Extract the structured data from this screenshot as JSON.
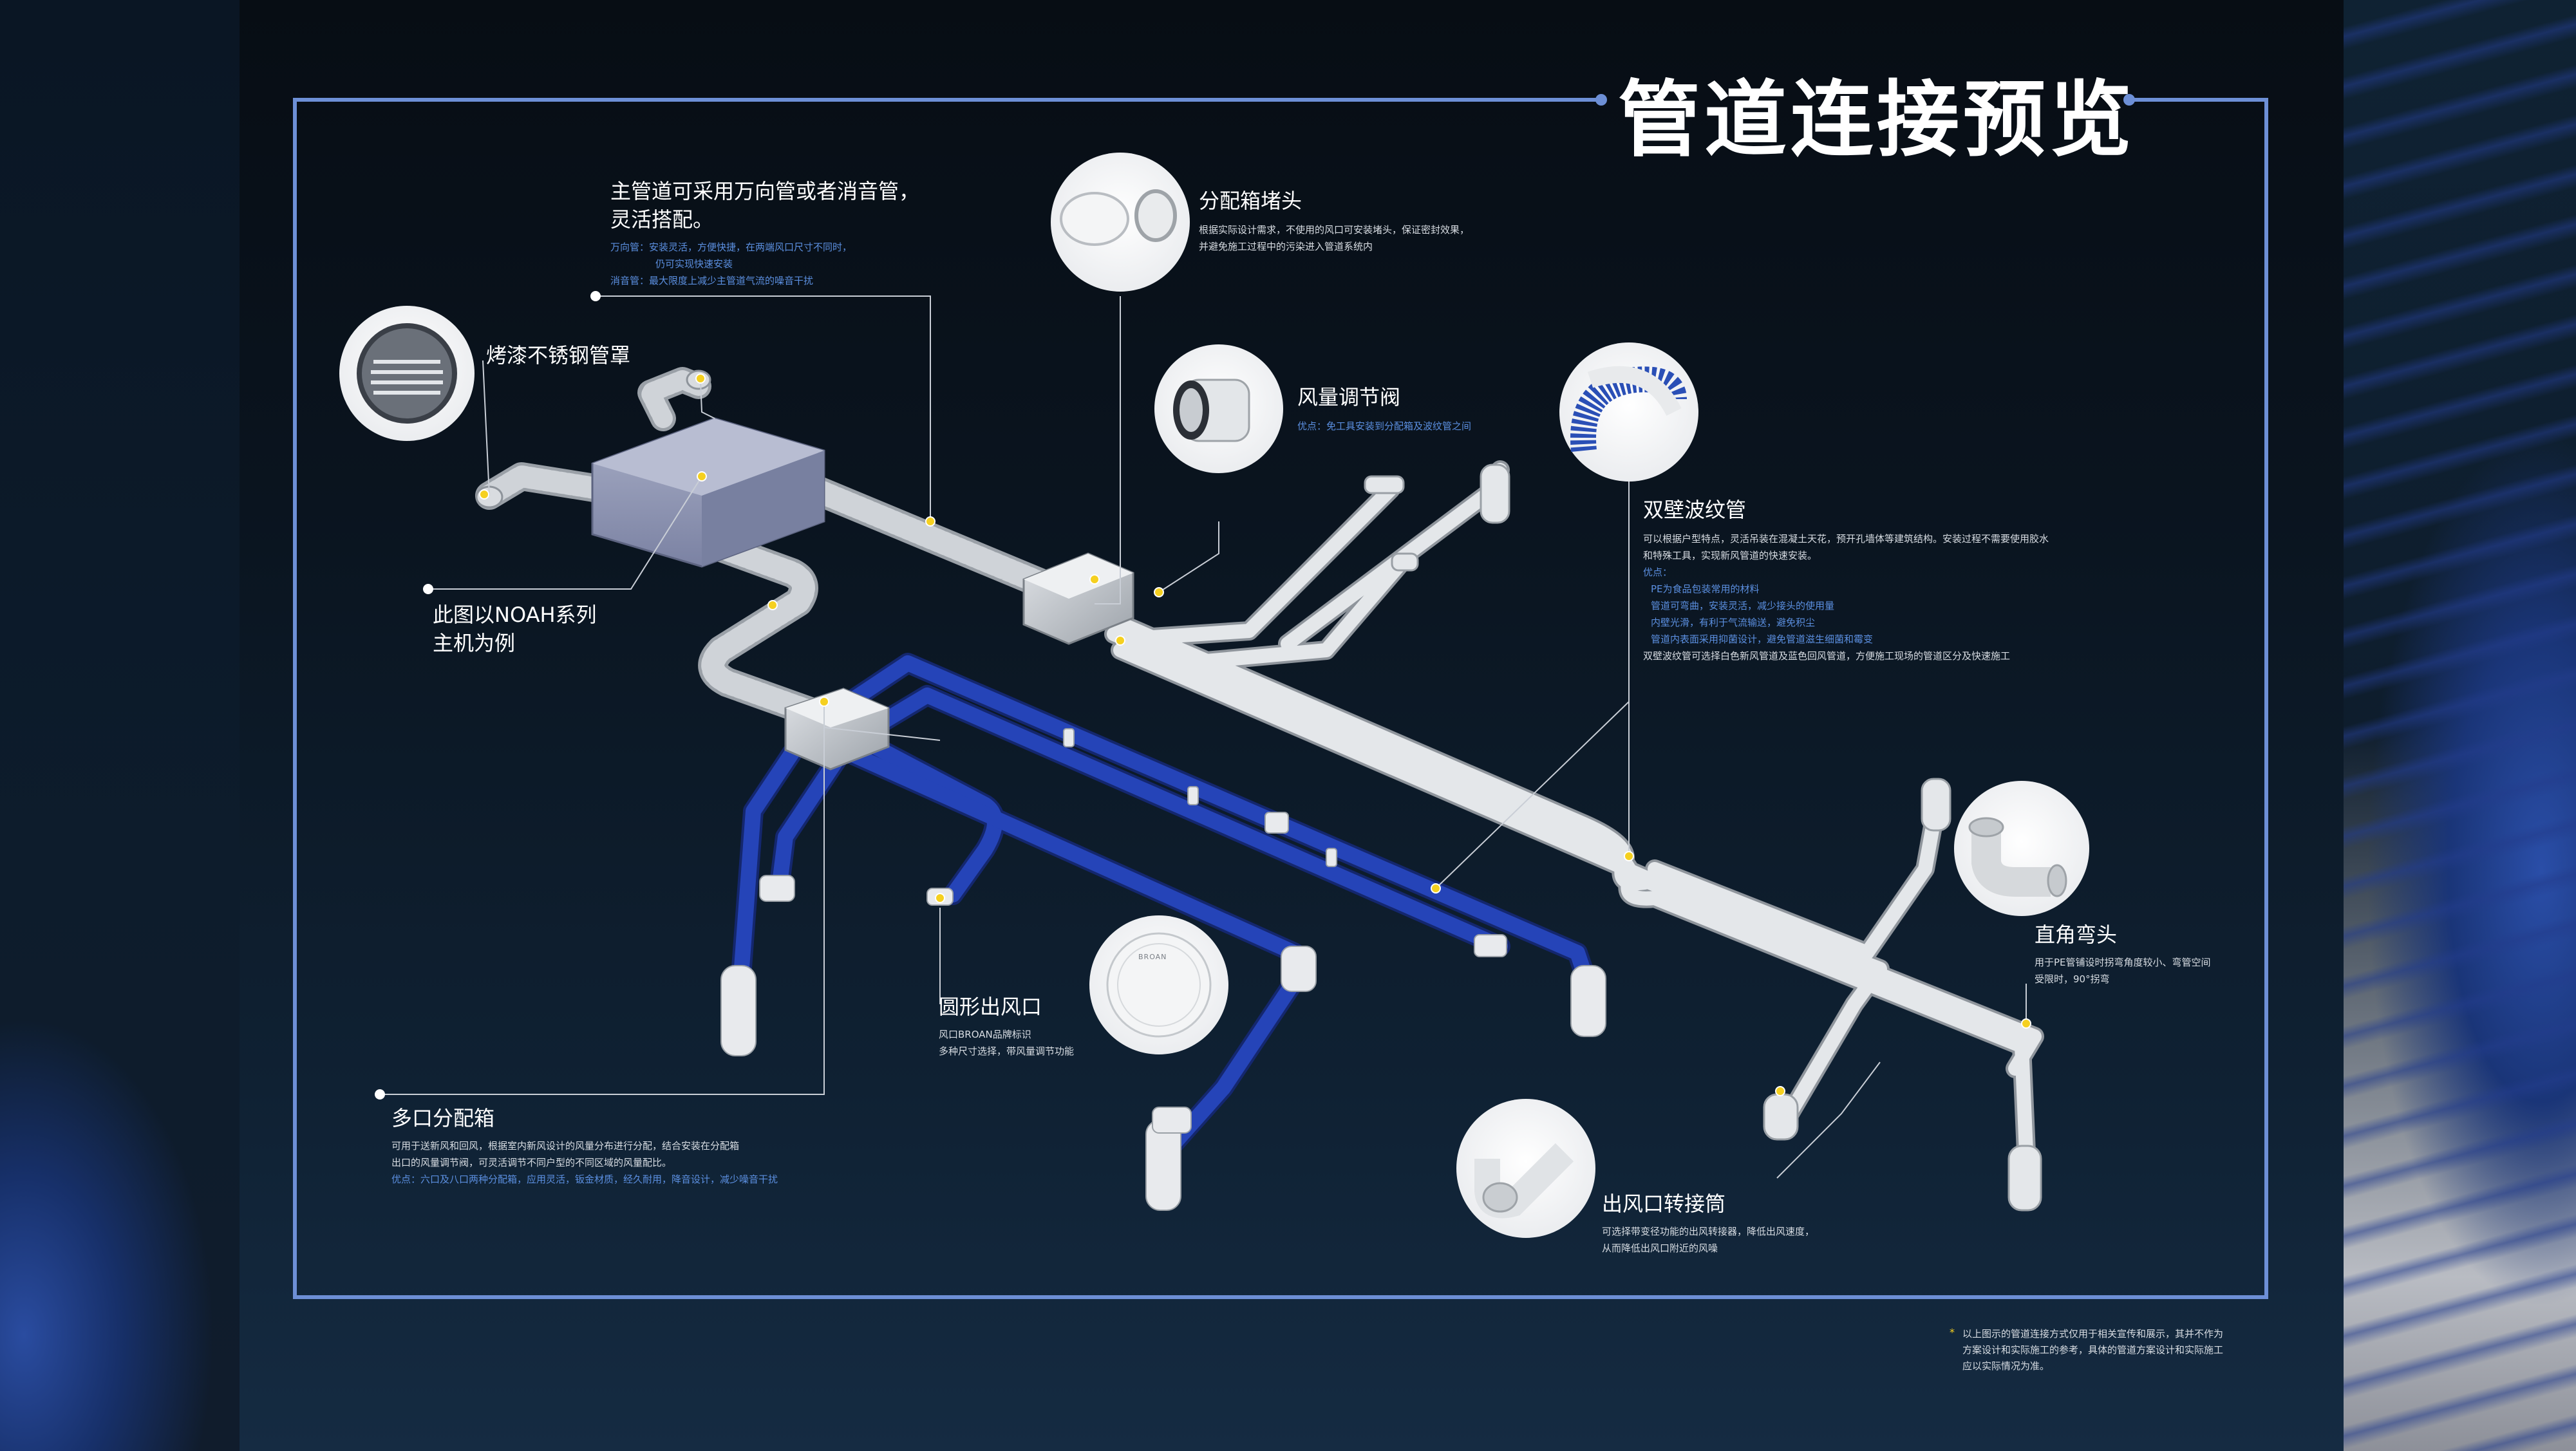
{
  "title": "管道连接预览",
  "main_pipe": {
    "heading_1": "主管道可采用万向管或者消音管，",
    "heading_2": "灵活搭配。",
    "line_1": "万向管：安装灵活，方便快捷，在两端风口尺寸不同时，",
    "line_2": "仍可实现快速安装",
    "line_3": "消音管：最大限度上减少主管道气流的噪音干扰"
  },
  "hood": {
    "heading": "烤漆不锈钢管罩"
  },
  "host": {
    "line_1": "此图以NOAH系列",
    "line_2": "主机为例"
  },
  "plug": {
    "heading": "分配箱堵头",
    "line_1": "根据实际设计需求，不使用的风口可安装堵头，保证密封效果，",
    "line_2": "并避免施工过程中的污染进入管道系统内"
  },
  "valve": {
    "heading": "风量调节阀",
    "line_1": "优点：免工具安装到分配箱及波纹管之间"
  },
  "corrugated": {
    "heading": "双壁波纹管",
    "line_1": "可以根据户型特点，灵活吊装在混凝土天花，预开孔墙体等建筑结构。安装过程不需要使用胶水",
    "line_2": "和特殊工具，实现新风管道的快速安装。",
    "adv_title": "优点：",
    "adv_1": "PE为食品包装常用的材料",
    "adv_2": "管道可弯曲，安装灵活，减少接头的使用量",
    "adv_3": "内壁光滑，有利于气流输送，避免积尘",
    "adv_4": "管道内表面采用抑菌设计，避免管道滋生细菌和霉变",
    "line_3": "双壁波纹管可选择白色新风管道及蓝色回风管道，方便施工现场的管道区分及快速施工"
  },
  "elbow": {
    "heading": "直角弯头",
    "line_1": "用于PE管铺设时拐弯角度较小、弯管空间",
    "line_2": "受限时，90°拐弯"
  },
  "outlet": {
    "heading": "圆形出风口",
    "line_1": "风口BROAN品牌标识",
    "line_2": "多种尺寸选择，带风量调节功能",
    "brand": "BROAN"
  },
  "distributor": {
    "heading": "多口分配箱",
    "line_1": "可用于送新风和回风，根据室内新风设计的风量分布进行分配，结合安装在分配箱",
    "line_2": "出口的风量调节阀，可灵活调节不同户型的不同区域的风量配比。",
    "line_3": "优点：六口及八口两种分配箱，应用灵活，钣金材质，经久耐用，降音设计，减少噪音干扰"
  },
  "converter": {
    "heading": "出风口转接筒",
    "line_1": "可选择带变径功能的出风转接器，降低出风速度，",
    "line_2": "从而降低出风口附近的风噪"
  },
  "footnote": {
    "star": "*",
    "line_1": "以上图示的管道连接方式仅用于相关宣传和展示，其并不作为",
    "line_2": "方案设计和实际施工的参考，具体的管道方案设计和实际施工",
    "line_3": "应以实际情况为准。"
  },
  "colors": {
    "frame": "#6d8fd6",
    "blue_pipe": "#2544b8",
    "white_pipe": "#e4e7ea",
    "marker": "#f5d020",
    "accent_text": "#5b8fe0"
  }
}
